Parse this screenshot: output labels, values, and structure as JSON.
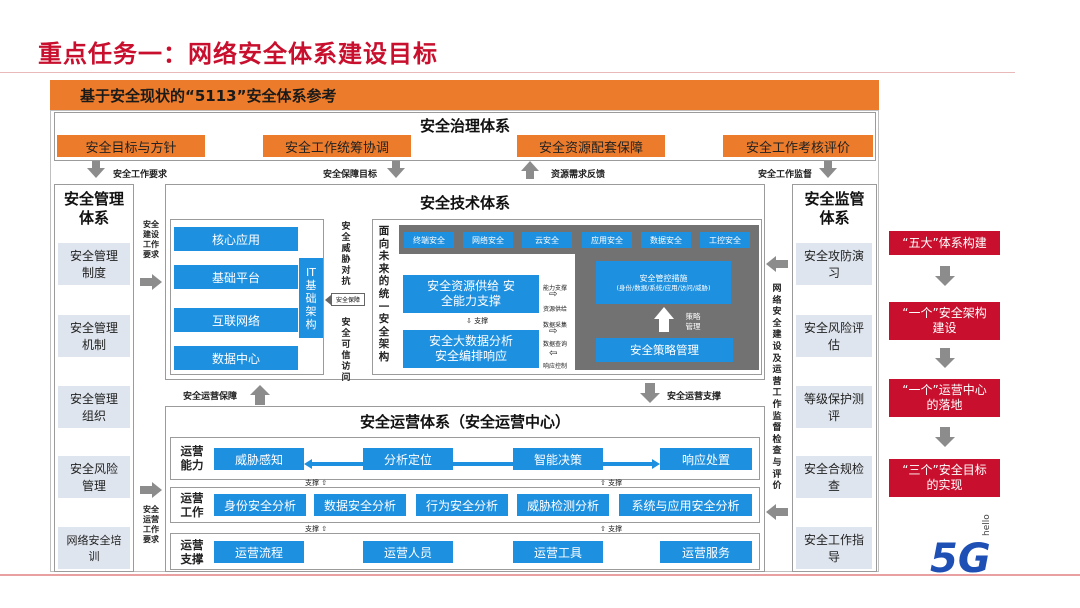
{
  "title": "重点任务一：网络安全体系建设目标",
  "header_banner": "基于安全现状的“5113”安全体系参考",
  "governance": {
    "title": "安全治理体系",
    "items": [
      "安全目标与方针",
      "安全工作统筹协调",
      "安全资源配套保障",
      "安全工作考核评价"
    ],
    "arrows": [
      "安全工作要求",
      "安全保障目标",
      "资源需求反馈",
      "安全工作监督"
    ]
  },
  "management": {
    "title": "安全管理体系",
    "items": [
      "安全管理制度",
      "安全管理机制",
      "安全管理组织",
      "安全风险管理",
      "网络安全培训"
    ],
    "side_arrow_top": "安全建设工作要求",
    "side_arrow_bottom": "安全运营工作要求"
  },
  "supervision": {
    "title": "安全监管体系",
    "items": [
      "安全攻防演习",
      "安全风险评估",
      "等级保护测评",
      "安全合规检查",
      "安全工作指导"
    ],
    "side_label": "网络安全建设及运营工作监督检查与评价"
  },
  "tech": {
    "title": "安全技术体系",
    "it_items": [
      "核心应用",
      "基础平台",
      "互联网络",
      "数据中心"
    ],
    "it_label": "IT基础架构",
    "middle_top": "安全威胁对抗",
    "middle_badge": "安全保障",
    "middle_bottom": "安全可信访问",
    "unified_label": "面向未来的统一安全架构",
    "domains": [
      "终端安全",
      "网络安全",
      "云安全",
      "应用安全",
      "数据安全",
      "工控安全"
    ],
    "supply": "安全资源供给 安全能力支撑",
    "support_label": "支撑",
    "analysis": "安全大数据分析 安全编排响应",
    "links": [
      "能力支撑",
      "资源供给",
      "数据采集",
      "数据查询",
      "响应控制"
    ],
    "control": "安全管控措施",
    "control_sub": "(身份/数据/系统/应用/访问/威胁)",
    "strategy_label": "策略管理",
    "strategy": "安全策略管理"
  },
  "mid_arrows": [
    "安全运营保障",
    "安全运营支撑"
  ],
  "ops": {
    "title": "安全运营体系（安全运营中心）",
    "row1": {
      "label": "运营能力",
      "items": [
        "威胁感知",
        "分析定位",
        "智能决策",
        "响应处置"
      ]
    },
    "row2": {
      "label": "运营工作",
      "items": [
        "身份安全分析",
        "数据安全分析",
        "行为安全分析",
        "威胁检测分析",
        "系统与应用安全分析"
      ]
    },
    "row3": {
      "label": "运营支撑",
      "items": [
        "运营流程",
        "运营人员",
        "运营工具",
        "运营服务"
      ]
    },
    "support_labels": [
      "支撑",
      "支撑",
      "支撑",
      "支撑"
    ]
  },
  "goals": [
    "“五大”体系构建",
    "“一个”安全架构建设",
    "“一个”运营中心的落地",
    "“三个”安全目标的实现"
  ],
  "logo": {
    "text": "5G",
    "sub": "hello"
  }
}
